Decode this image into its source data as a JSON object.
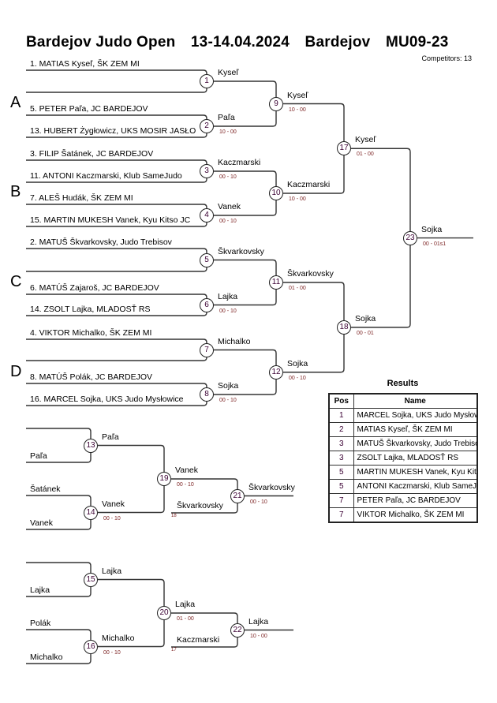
{
  "header": {
    "event": "Bardejov Judo Open",
    "dates": "13-14.04.2024",
    "location": "Bardejov",
    "category": "MU09-23",
    "competitors": "Competitors: 13"
  },
  "groups": [
    "A",
    "B",
    "C",
    "D"
  ],
  "entries": [
    "1. MATIAS Kyseľ, ŠK ZEM MI",
    "",
    "5. PETER Paľa, JC BARDEJOV",
    "13. HUBERT Żygłowicz, UKS MOSIR JASŁO",
    "3. FILIP Šatánek, JC BARDEJOV",
    "11. ANTONI Kaczmarski, Klub SameJudo",
    "7. ALEŠ Hudák, ŠK ZEM MI",
    "15. MARTIN MUKESH Vanek, Kyu Kitso JC",
    "2. MATUŠ Škvarkovsky, Judo Trebisov",
    "",
    "6. MATÚŠ Zajaroš, JC BARDEJOV",
    "14. ZSOLT Lajka, MLADOSŤ RS",
    "4. VIKTOR Michalko, ŠK ZEM MI",
    "",
    "8. MATÚŠ Polák, JC BARDEJOV",
    "16. MARCEL Sojka, UKS Judo Mysłowice"
  ],
  "matches": {
    "1": {
      "number": "1",
      "winner": "Kyseľ",
      "score": ""
    },
    "2": {
      "number": "2",
      "winner": "Paľa",
      "score": "10 - 00"
    },
    "3": {
      "number": "3",
      "winner": "Kaczmarski",
      "score": "00 - 10"
    },
    "4": {
      "number": "4",
      "winner": "Vanek",
      "score": "00 - 10"
    },
    "5": {
      "number": "5",
      "winner": "Škvarkovsky",
      "score": ""
    },
    "6": {
      "number": "6",
      "winner": "Lajka",
      "score": "00 - 10"
    },
    "7": {
      "number": "7",
      "winner": "Michalko",
      "score": ""
    },
    "8": {
      "number": "8",
      "winner": "Sojka",
      "score": "00 - 10"
    },
    "9": {
      "number": "9",
      "winner": "Kyseľ",
      "score": "10 - 00"
    },
    "10": {
      "number": "10",
      "winner": "Kaczmarski",
      "score": "10 - 00"
    },
    "11": {
      "number": "11",
      "winner": "Škvarkovsky",
      "score": "01 - 00"
    },
    "12": {
      "number": "12",
      "winner": "Sojka",
      "score": "00 - 10"
    },
    "17": {
      "number": "17",
      "winner": "Kyseľ",
      "score": "01 - 00"
    },
    "18": {
      "number": "18",
      "winner": "Sojka",
      "score": "00 - 01"
    },
    "23": {
      "number": "23",
      "winner": "Sojka",
      "score": "00 - 01s1"
    },
    "13": {
      "number": "13",
      "winner": "Paľa",
      "score": "",
      "entries": [
        "",
        "Paľa"
      ]
    },
    "14": {
      "number": "14",
      "winner": "Vanek",
      "score": "00 - 10",
      "entries": [
        "Šatánek",
        "Vanek"
      ]
    },
    "19": {
      "number": "19",
      "winner": "Vanek",
      "score": "00 - 10"
    },
    "21": {
      "number": "21",
      "winner": "Škvarkovsky",
      "score": "00 - 10",
      "incoming": "Škvarkovsky",
      "incoming_from": "18"
    },
    "15": {
      "number": "15",
      "winner": "Lajka",
      "score": "",
      "entries": [
        "",
        "Lajka"
      ]
    },
    "16": {
      "number": "16",
      "winner": "Michalko",
      "score": "00 - 10",
      "entries": [
        "Polák",
        "Michalko"
      ]
    },
    "20": {
      "number": "20",
      "winner": "Lajka",
      "score": "01 - 00"
    },
    "22": {
      "number": "22",
      "winner": "Lajka",
      "score": "10 - 00",
      "incoming": "Kaczmarski",
      "incoming_from": "17"
    }
  },
  "results": {
    "title": "Results",
    "columns": [
      "Pos",
      "Name"
    ],
    "rows": [
      {
        "pos": "1",
        "name": "MARCEL Sojka, UKS Judo Mysłowice"
      },
      {
        "pos": "2",
        "name": "MATIAS Kyseľ, ŠK ZEM MI"
      },
      {
        "pos": "3",
        "name": "MATUŠ Škvarkovsky, Judo Trebisov"
      },
      {
        "pos": "3",
        "name": "ZSOLT Lajka, MLADOSŤ RS"
      },
      {
        "pos": "5",
        "name": "MARTIN MUKESH Vanek, Kyu Kitso JC"
      },
      {
        "pos": "5",
        "name": "ANTONI Kaczmarski, Klub SameJudo"
      },
      {
        "pos": "7",
        "name": "PETER Paľa, JC BARDEJOV"
      },
      {
        "pos": "7",
        "name": "VIKTOR Michalko, ŠK ZEM MI"
      }
    ]
  },
  "colors": {
    "line": "#333333",
    "score": "#7a1f1f",
    "match_number": "#3a0033"
  }
}
